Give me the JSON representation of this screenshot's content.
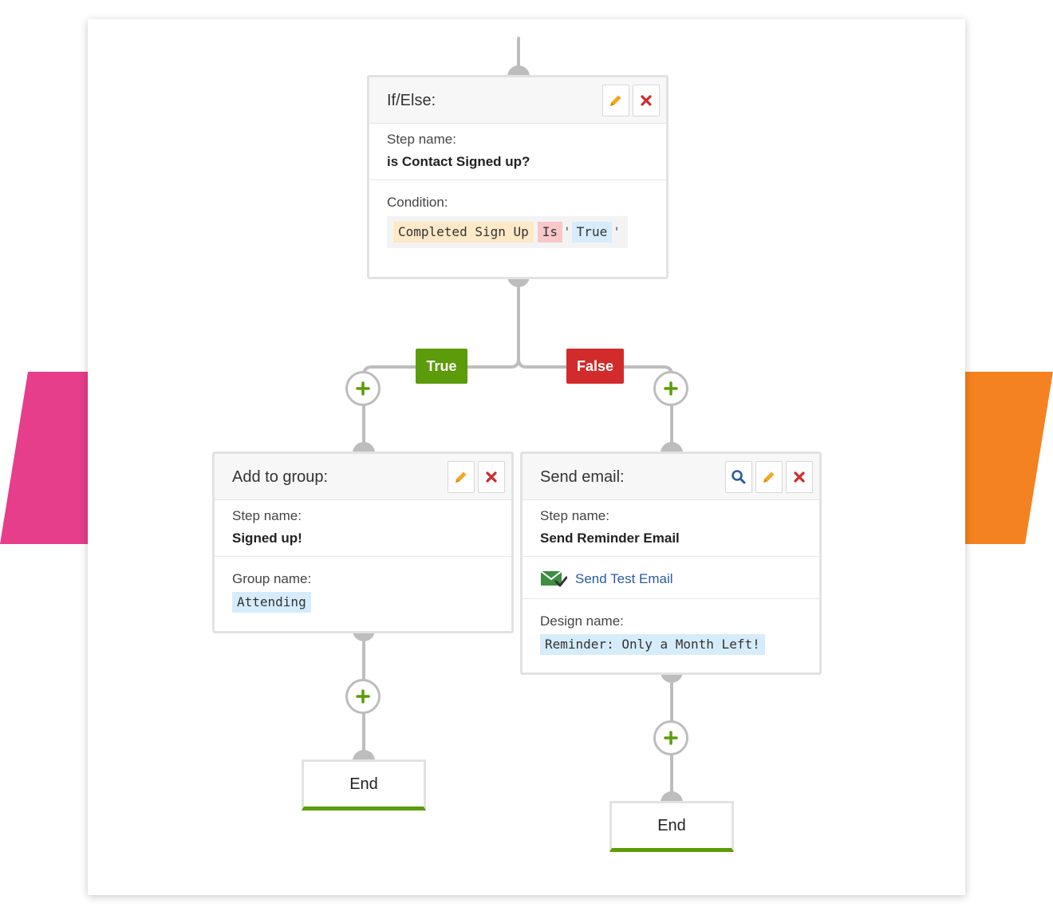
{
  "colors": {
    "accent_left": "#e63e8a",
    "accent_right": "#f58220",
    "true_branch": "#5c9c0a",
    "false_branch": "#d12b2b",
    "connector": "#bdbdbd"
  },
  "ifelse": {
    "title": "If/Else:",
    "step_label": "Step name:",
    "step_value": "is Contact Signed up?",
    "condition_label": "Condition:",
    "condition": {
      "field": "Completed Sign Up",
      "operator": "Is",
      "quote_open": "'",
      "value": "True",
      "quote_close": "'"
    },
    "icons": [
      "pencil-icon",
      "close-icon"
    ]
  },
  "branches": {
    "true_label": "True",
    "false_label": "False"
  },
  "add_group": {
    "title": "Add to group:",
    "step_label": "Step name:",
    "step_value": "Signed up!",
    "group_label": "Group name:",
    "group_value": "Attending",
    "icons": [
      "pencil-icon",
      "close-icon"
    ]
  },
  "send_email": {
    "title": "Send email:",
    "step_label": "Step name:",
    "step_value": "Send Reminder Email",
    "test_link": "Send Test Email",
    "design_label": "Design name:",
    "design_value": "Reminder: Only a Month Left!",
    "icons": [
      "search-icon",
      "pencil-icon",
      "close-icon"
    ]
  },
  "end_left": {
    "label": "End"
  },
  "end_right": {
    "label": "End"
  }
}
